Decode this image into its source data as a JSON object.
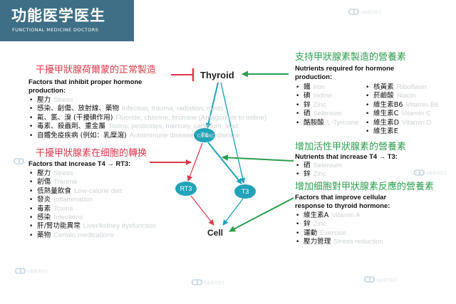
{
  "logo": {
    "title": "功能医学医生",
    "subtitle": "FUNCTIONAL MEDICINE DOCTORS",
    "mark": "ⅭⅮ",
    "mark_text": "功能医学医生"
  },
  "diagram": {
    "nodes": {
      "thyroid": "Thyroid",
      "t4": "T4",
      "rt3": "RT3",
      "t3": "T3",
      "cell": "Cell"
    },
    "colors": {
      "red": "#d9394a",
      "green": "#2e9e4f",
      "teal": "#22a3b7",
      "node_fill": "#22a3b7"
    }
  },
  "inhibit": {
    "title": "干擾甲狀腺荷爾蒙的正常製造",
    "subtitle_line1": "Factors that inhibit proper hormone",
    "subtitle_line2": "production:",
    "items": [
      {
        "zh": "壓力",
        "en": "Stress"
      },
      {
        "zh": "感染、創傷、放射線、藥物",
        "en": "Infection, trauma, radiation, meds"
      },
      {
        "zh": "氟、氯、溴 (干擾碘作用)",
        "en": "Fluoride, chlorine, bromine (Antagonists to iodine)"
      },
      {
        "zh": "毒素、殺蟲劑、重金屬",
        "en": "Toxins, pesticides, mercury, cadmium, lead"
      },
      {
        "zh": "自體免疫疾病 (例如：乳糜瀉)",
        "en": "Autoimmune disease, celiac disease"
      }
    ]
  },
  "convert": {
    "title": "干擾甲狀腺素在细胞的轉换",
    "subtitle": "Factors that increase T4 → RT3:",
    "items": [
      {
        "zh": "壓力",
        "en": "Stress"
      },
      {
        "zh": "創傷",
        "en": "Trauma"
      },
      {
        "zh": "低熱量飲食",
        "en": "Low-calorie diet"
      },
      {
        "zh": "發炎",
        "en": "Inflammation"
      },
      {
        "zh": "毒素",
        "en": "Toxins"
      },
      {
        "zh": "感染",
        "en": "Infections"
      },
      {
        "zh": "肝/腎功能異常",
        "en": "Liver/kidney dysfunction"
      },
      {
        "zh": "藥物",
        "en": "Certain medications"
      }
    ]
  },
  "support": {
    "title": "支持甲狀腺素製造的營養素",
    "subtitle_line1": "Nutrients required for hormone",
    "subtitle_line2": "production:",
    "col1": [
      {
        "zh": "鐵",
        "en": "Iron"
      },
      {
        "zh": "碘",
        "en": "Iodine"
      },
      {
        "zh": "鋅",
        "en": "Zinc"
      },
      {
        "zh": "硒",
        "en": "Selenium"
      },
      {
        "zh": "酪胺酸",
        "en": "L-Tyrosine"
      }
    ],
    "col2": [
      {
        "zh": "核黃素",
        "en": "Riboflavin"
      },
      {
        "zh": "菸鹼酸",
        "en": "Niacin"
      },
      {
        "zh": "維生素B6",
        "en": "Vitamin B6"
      },
      {
        "zh": "維生素C",
        "en": "Vitamin C"
      },
      {
        "zh": "維生素D",
        "en": "Vitamin D"
      },
      {
        "zh": "維生素E",
        "en": ""
      }
    ]
  },
  "increase": {
    "title": "增加活性甲狀腺素的營養素",
    "subtitle": "Nutrients that increase T4 → T3:",
    "items": [
      {
        "zh": "硒",
        "en": "Selenium"
      },
      {
        "zh": "鋅",
        "en": "Zinc"
      }
    ]
  },
  "response": {
    "title": "增加细胞對甲狀腺素反應的營養素",
    "subtitle_line1": "Factors that improve cellular",
    "subtitle_line2": "response to thyroid hormone:",
    "items": [
      {
        "zh": "維生素A",
        "en": "Vitamin A"
      },
      {
        "zh": "鋅",
        "en": "Zinc"
      },
      {
        "zh": "運動",
        "en": "Exercise"
      },
      {
        "zh": "壓力管理",
        "en": "Stress reduction"
      }
    ]
  }
}
